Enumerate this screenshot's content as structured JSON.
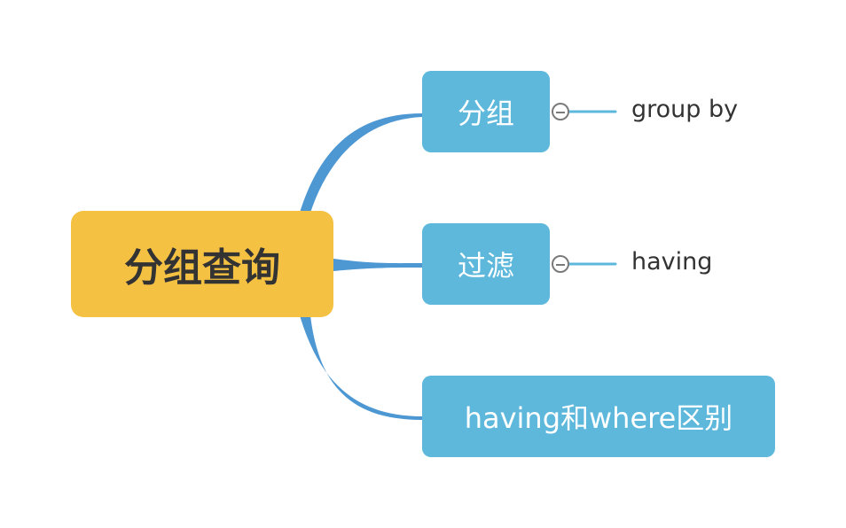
{
  "root": {
    "label": "分组查询"
  },
  "branches": [
    {
      "label": "分组",
      "child": "group by"
    },
    {
      "label": "过滤",
      "child": "having"
    },
    {
      "label": "having和where区别"
    }
  ],
  "colors": {
    "root": "#f4c142",
    "branch": "#5db8dc",
    "link": "#4d97d3"
  }
}
